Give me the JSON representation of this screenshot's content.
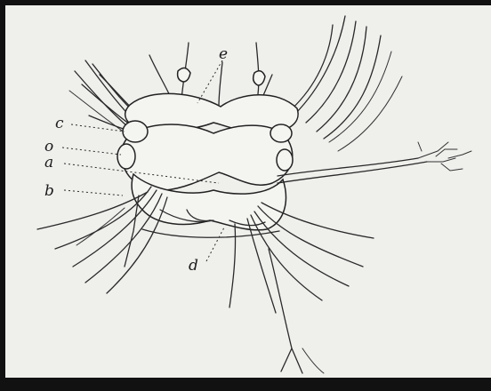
{
  "figure": {
    "labels": {
      "e": "e",
      "c": "c",
      "o": "o",
      "a": "a",
      "b": "b",
      "d": "d"
    },
    "colors": {
      "paper": "#efefec",
      "frame": "#111111",
      "ink": "#222222"
    }
  }
}
